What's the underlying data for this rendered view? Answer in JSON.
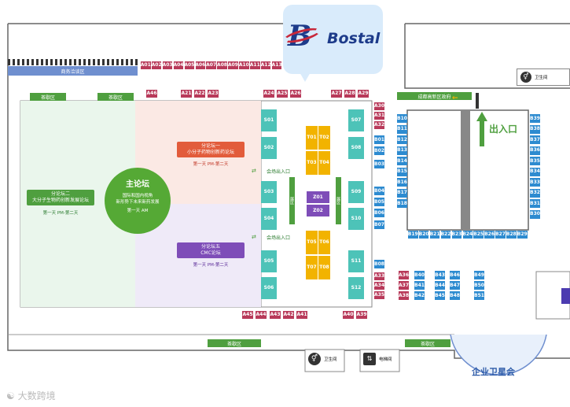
{
  "logo": {
    "text": "Bostal",
    "mark": "B"
  },
  "watermark": "大数跨境",
  "colors": {
    "booth_red": "#b83a5a",
    "booth_blue": "#2d8bd0",
    "booth_teal": "#4dc3b8",
    "booth_yellow": "#f2b300",
    "booth_purple": "#7e4db8",
    "forum_green": "#55a935",
    "label_green": "#4f9f3f",
    "forum_orange": "#e25c3b",
    "business_blue": "#6f8fcf"
  },
  "labels": {
    "business_area": "商务洽谈区",
    "tea_area": "茶歇区",
    "government": "成都高新区政府",
    "exit_big": "出入口",
    "venue_exit": "会场出入口",
    "restroom": "卫生间",
    "elevator": "电梯间",
    "satellite": "企业卫星会",
    "booth_area": "展区"
  },
  "main_forum": {
    "title": "主论坛",
    "line1": "国际和国内视角",
    "line2": "新形势下未来新药发展",
    "day": "第一天 AM"
  },
  "forum_one": {
    "title": "分论坛一",
    "subtitle": "小分子药物创新药论坛",
    "day": "第一天 PM-第二天"
  },
  "forum_two": {
    "title": "分论坛二",
    "subtitle": "大分子生物药创新发展论坛",
    "day": "第一天 PM-第二天"
  },
  "forum_five": {
    "title": "分论坛五",
    "subtitle": "CMC论坛",
    "day": "第一天 PM-第二天"
  },
  "booths": {
    "top_a": [
      "A01",
      "A02",
      "A03",
      "A04",
      "A05",
      "A06",
      "A07",
      "A08",
      "A09",
      "A10",
      "A11",
      "A12",
      "A13"
    ],
    "a_upper": [
      "A46",
      "A21",
      "A22",
      "A23",
      "A24",
      "A25",
      "A26",
      "A27",
      "A28",
      "A29"
    ],
    "a_right": [
      "A30",
      "A31",
      "A32"
    ],
    "a_right_low": [
      "A33",
      "A34",
      "A35"
    ],
    "a_36_38": [
      "A36",
      "A37",
      "A38"
    ],
    "a_bottom": [
      "A45",
      "A44",
      "A43",
      "A42",
      "A41",
      "A40",
      "A39"
    ],
    "b_left": [
      "B01",
      "B02",
      "B03",
      "B04",
      "B05",
      "B06",
      "B07",
      "B08"
    ],
    "b_hall_left": [
      "B10",
      "B11",
      "B12",
      "B13",
      "B14",
      "B15",
      "B16",
      "B17",
      "B18"
    ],
    "b_hall_right": [
      "B39",
      "B38",
      "B37",
      "B36",
      "B35",
      "B34",
      "B33",
      "B32",
      "B31",
      "B30"
    ],
    "b_hall_bottom": [
      "B19",
      "B20",
      "B21",
      "B22",
      "B23",
      "B24",
      "B25",
      "B26",
      "B27",
      "B28",
      "B29"
    ],
    "b_small_block": [
      "B40",
      "B41",
      "B42",
      "B43",
      "B44",
      "B45",
      "B46",
      "B47",
      "B48",
      "B49",
      "B50",
      "B51"
    ],
    "s_left": [
      "S01",
      "S02",
      "S03",
      "S04",
      "S05",
      "S06"
    ],
    "s_right": [
      "S07",
      "S08",
      "S09",
      "S10",
      "S11",
      "S12"
    ],
    "t_top": [
      "T01",
      "T02",
      "T03",
      "T04"
    ],
    "t_bottom": [
      "T05",
      "T06",
      "T07",
      "T08"
    ],
    "z": [
      "Z01",
      "Z02"
    ]
  }
}
